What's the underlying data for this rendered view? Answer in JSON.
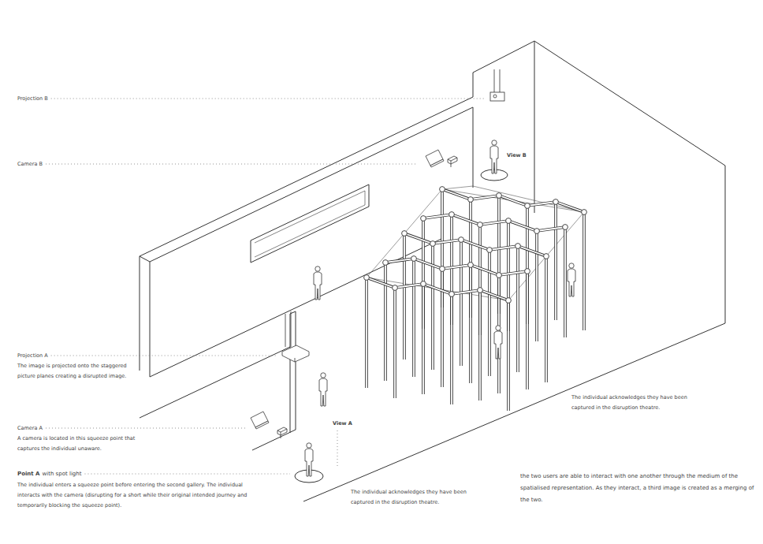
{
  "diagram": {
    "labels": [
      "Projection B",
      "Camera B",
      "View B",
      "Projection A",
      "The image is projected onto the staggered picture planes creating a disrupted image.",
      "Camera A",
      "A camera is located in this squeeze point that captures the individual unaware.",
      "View A",
      "Point A",
      "with spot light",
      "The individual enters a squeeze point before entering the second gallery. The individual interacts with the camera (disrupting for a short while their original intended journey and temporarily blocking the squeeze point).",
      "The individual acknowledges they have been captured in the disruption theatre.",
      "The individual acknowledges they have been captured in the disruption theatre.",
      "the two users are able to interact with one another through the medium of the spatialised representation. As they interact, a third image is created as a merging of the two."
    ]
  }
}
